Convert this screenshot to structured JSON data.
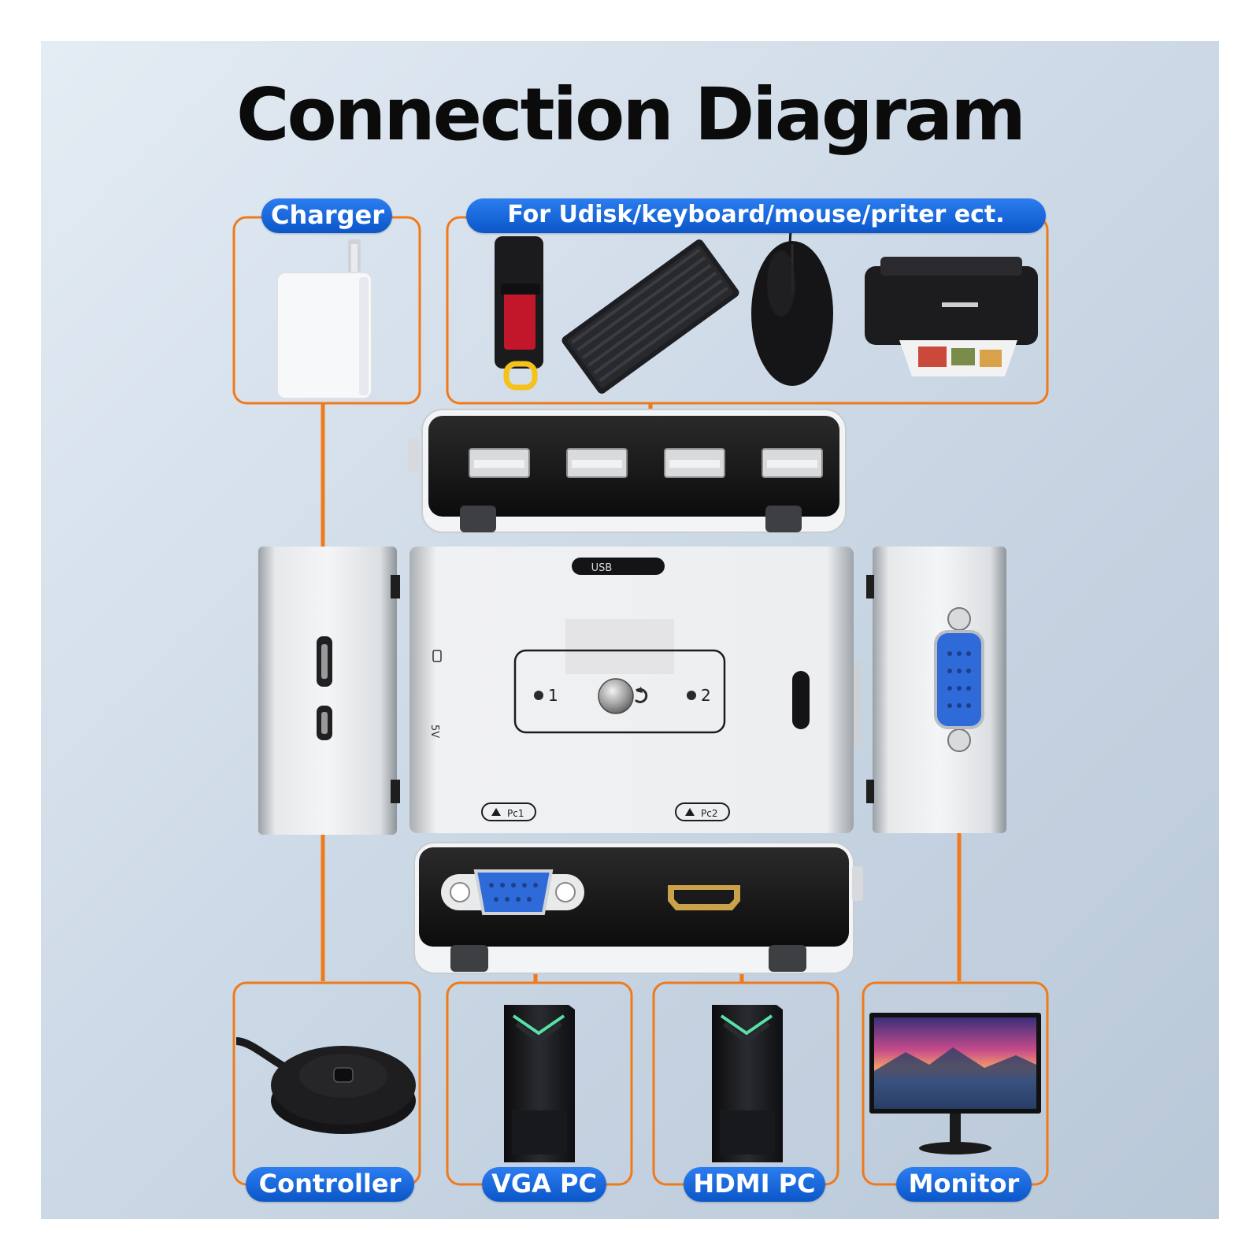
{
  "title": "Connection Diagram",
  "labels": {
    "charger": "Charger",
    "usb_devices": "For Udisk/keyboard/mouse/priter ect.",
    "controller": "Controller",
    "vga_pc": "VGA PC",
    "hdmi_pc": "HDMI PC",
    "monitor": "Monitor"
  },
  "device": {
    "usb_badge": "USB",
    "port_1": "1",
    "port_2": "2",
    "pc1": "Pc1",
    "pc2": "Pc2",
    "power_label": "5V"
  },
  "colors": {
    "connector_orange": "#f07a1a",
    "label_blue": "#0e5fd6",
    "background": "#cdd9e6",
    "device_dark": "#161616",
    "vga_blue": "#2f6bd8",
    "hdmi_gold": "#c9a24a"
  },
  "icons": [
    "charger-icon",
    "usb-stick-icon",
    "keyboard-icon",
    "mouse-icon",
    "printer-icon",
    "controller-icon",
    "pc-tower-icon",
    "monitor-icon",
    "switch-button-icon"
  ]
}
